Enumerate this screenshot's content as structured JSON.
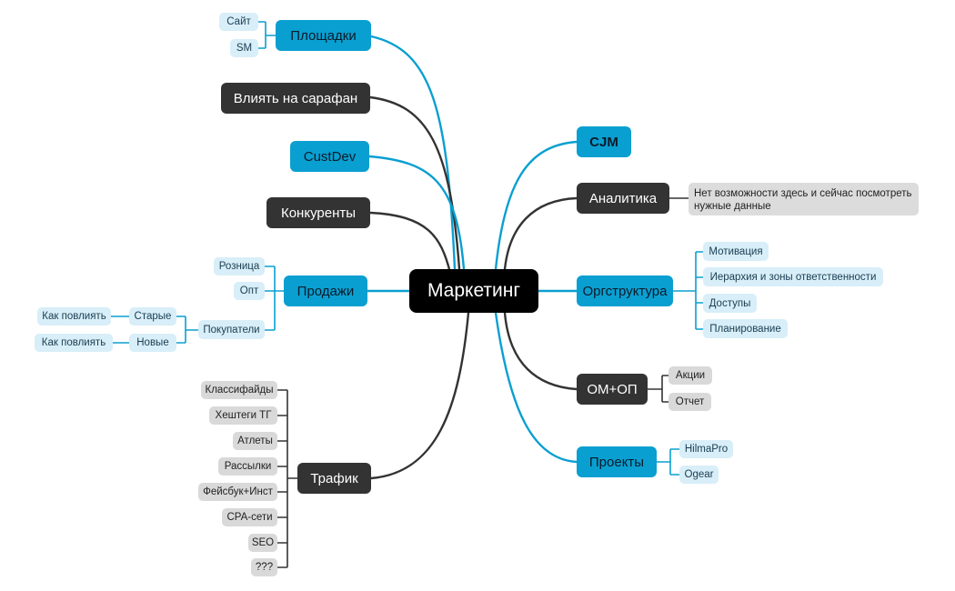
{
  "central": "Маркетинг",
  "left_branches": {
    "ploshchadki": {
      "label": "Площадки",
      "children": [
        "Сайт",
        "SM"
      ]
    },
    "sarafan": {
      "label": "Влиять на сарафан"
    },
    "custdev": {
      "label": "CustDev"
    },
    "konkurenty": {
      "label": "Конкуренты"
    },
    "prodazhi": {
      "label": "Продажи",
      "children": [
        "Розница",
        "Опт",
        "Покупатели"
      ],
      "pokupateli": {
        "starye": {
          "label": "Старые",
          "child": "Как повлиять"
        },
        "novye": {
          "label": "Новые",
          "child": "Как повлиять"
        }
      }
    },
    "trafik": {
      "label": "Трафик",
      "children": [
        "Классифайды",
        "Хештеги ТГ",
        "Атлеты",
        "Рассылки",
        "Фейсбук+Инст",
        "CPA-сети",
        "SEO",
        "???"
      ]
    }
  },
  "right_branches": {
    "cjm": {
      "label": "CJM"
    },
    "analitika": {
      "label": "Аналитика",
      "note": "Нет возможности здесь и сейчас посмотреть нужные данные"
    },
    "orgstruktura": {
      "label": "Оргструктура",
      "children": [
        "Мотивация",
        "Иерархия и зоны ответственности",
        "Доступы",
        "Планирование"
      ]
    },
    "omop": {
      "label": "ОМ+ОП",
      "children": [
        "Акции",
        "Отчет"
      ]
    },
    "proekty": {
      "label": "Проекты",
      "children": [
        "HilmaPro",
        "Ogear"
      ]
    }
  },
  "colors": {
    "blue": "#0a9fd1",
    "dark": "#333333",
    "light_blue": "#d8eef8",
    "grey": "#d9d9d9",
    "central": "#000000"
  }
}
